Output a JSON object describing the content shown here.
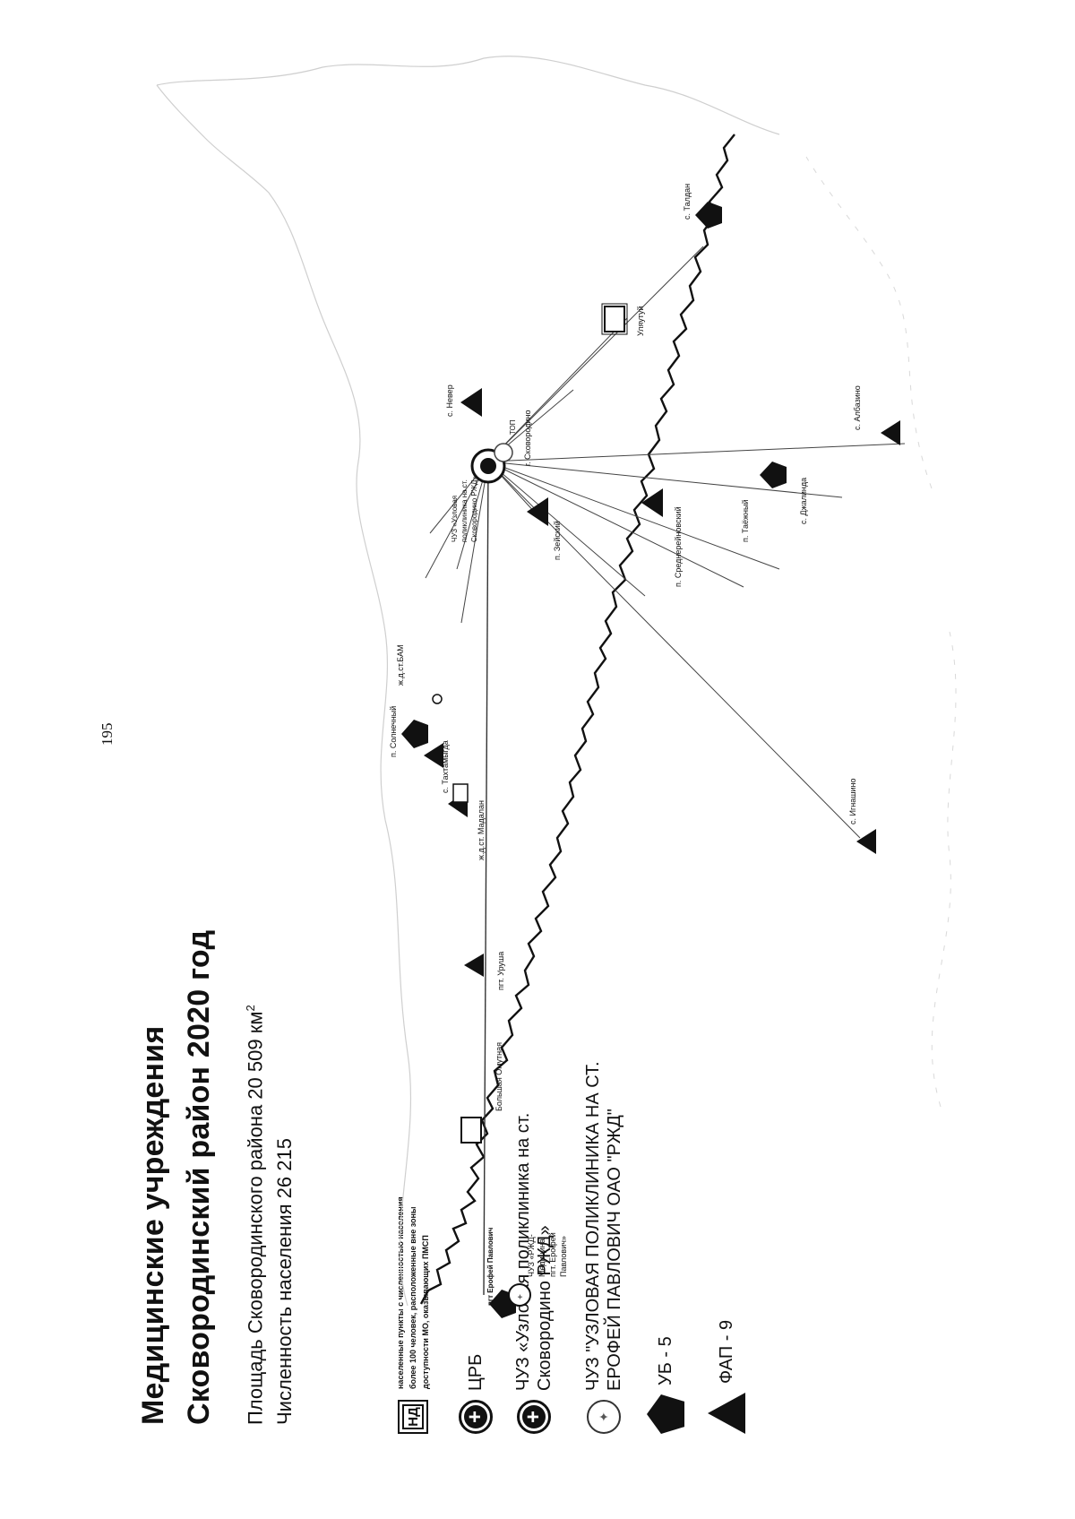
{
  "page_number": "195",
  "title_line1": "Медицинские учреждения",
  "title_line2": "Сковородинский район 2020 год",
  "area_text": "Площадь Сковородинского района 20 509  км",
  "area_sup": "2",
  "population_text": "Численность населения 26 215",
  "legend": {
    "nd_symbol": "НД",
    "nd_text_1": "населенные пункты с численностью населения",
    "nd_text_2": "более 100 человек, расположенные вне зоны",
    "nd_text_3": "доступности МО, оказывающих ПМСП",
    "crb": "ЦРБ",
    "chuz_skov_1": "ЧУЗ «Узловая поликлиника на ст.",
    "chuz_skov_2": "Сковородино РЖД»",
    "chuz_erofey_1": "ЧУЗ \"УЗЛОВАЯ ПОЛИКЛИНИКА НА СТ.",
    "chuz_erofey_2": "ЕРОФЕЙ ПАВЛОВИЧ ОАО \"РЖД\"",
    "ub": "УБ - 5",
    "fap": "ФАП - 9"
  },
  "places": {
    "erofey": "пгт Ерофей Павлович",
    "chuz_erofey_label_1": "ЧУЗ «РЖД-",
    "chuz_erofey_label_2": "Медицина",
    "chuz_erofey_label_3": "пгт. Ерофей",
    "chuz_erofey_label_4": "Павлович»",
    "bolshoy_never": "Большая Омутная",
    "urusha": "пгт. Уруша",
    "madalan": "ж.д.ст. Мадалан",
    "tahtamygda": "с. Тахтамыгда",
    "solnechny": "п. Солнечный",
    "bam": "ж.д.ст.БАМ",
    "chuz_skov_label_1": "ЧУЗ «Узловая",
    "chuz_skov_label_2": "поликлиника на ст.",
    "chuz_skov_label_3": "Сковородино РЖД»",
    "never": "с. Невер",
    "skovorodino": "г. Сковородино",
    "tygda": "ТОП",
    "uteny": "Уляутуй",
    "taldan": "с. Талдан",
    "zhalinda": "с. Джалинда",
    "tayozhny": "п. Таёжный",
    "srednereyskiy": "п. Среднерейновский",
    "zeysky": "п. Зейский",
    "albazino": "с. Албазино",
    "ignashino": "с. Игнашино"
  }
}
